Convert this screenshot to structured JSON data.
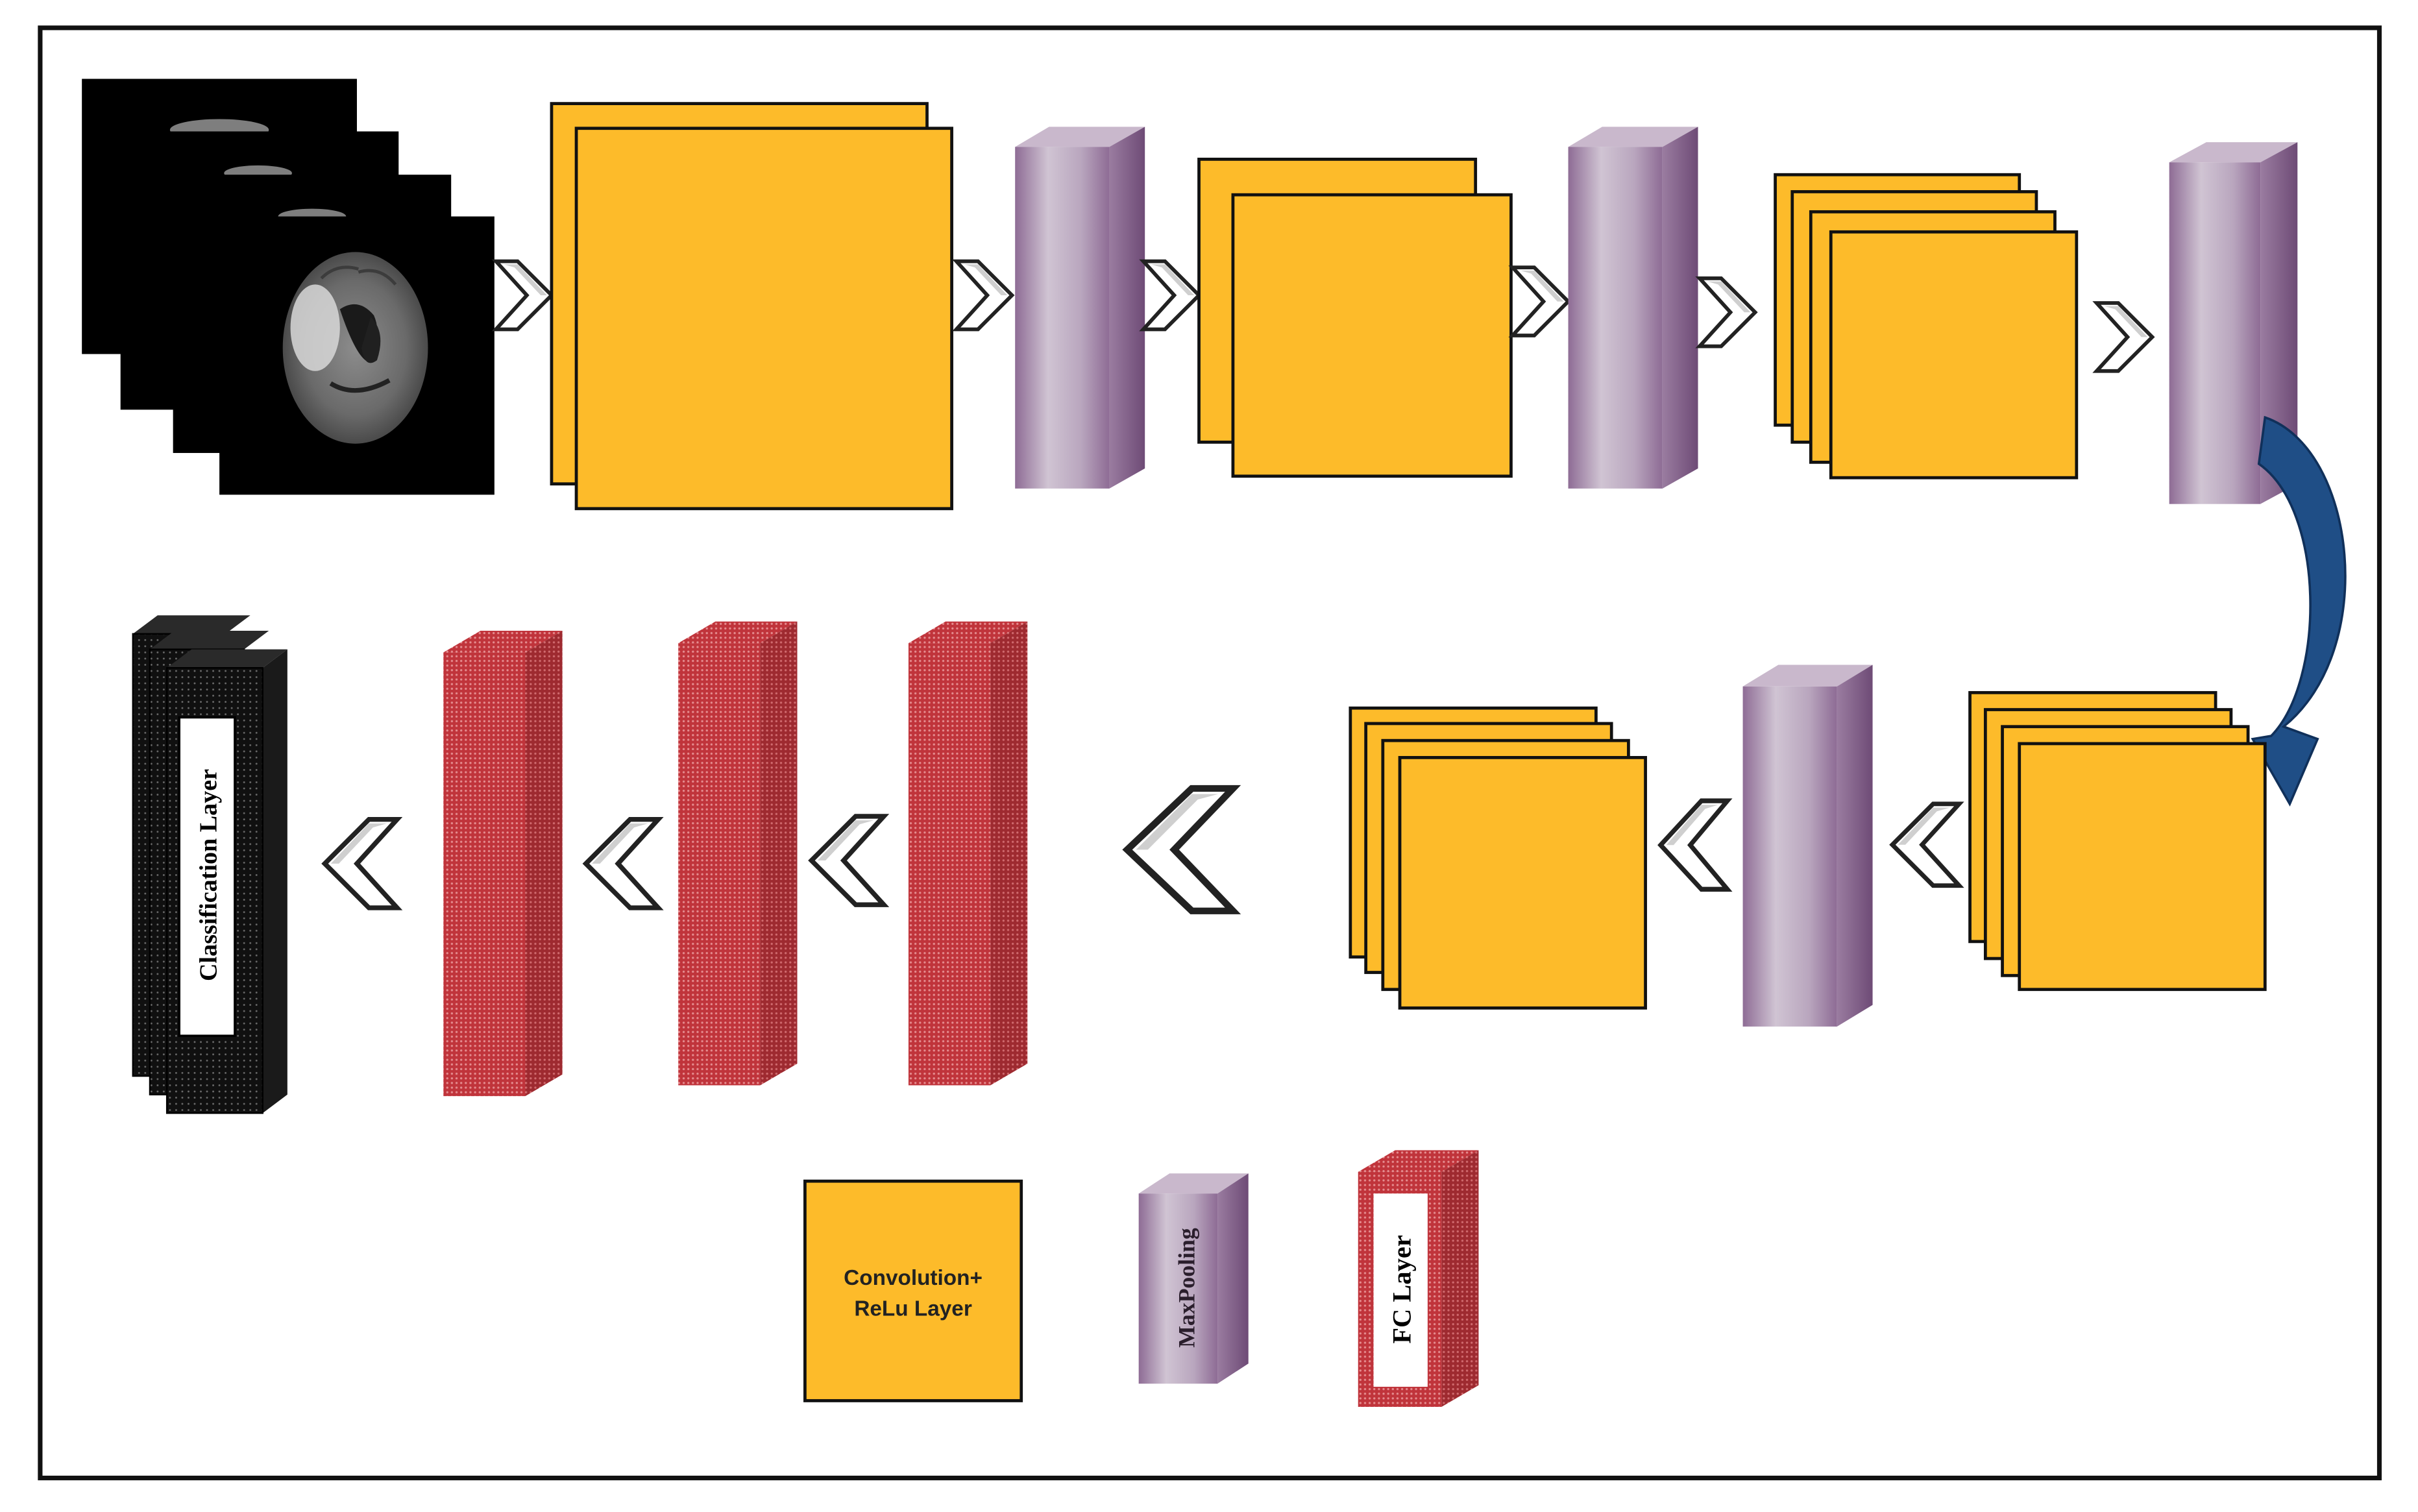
{
  "legend": {
    "conv_label_line1": "Convolution+",
    "conv_label_line2": "ReLu Layer",
    "maxpool_label": "MaxPooling",
    "fc_label": "FC Layer"
  },
  "classification_label": "Classification Layer",
  "colors": {
    "conv_fill": "#FDBB2A",
    "pool_fill": "#9C7CA2",
    "fc_fill": "#C8383E",
    "arrow_blue": "#1F4E86",
    "classification_fill": "#111111"
  },
  "icons": {
    "chevron_right": "chevron-right-icon",
    "chevron_left": "chevron-left-icon",
    "curved_arrow": "curved-down-arrow-icon"
  }
}
